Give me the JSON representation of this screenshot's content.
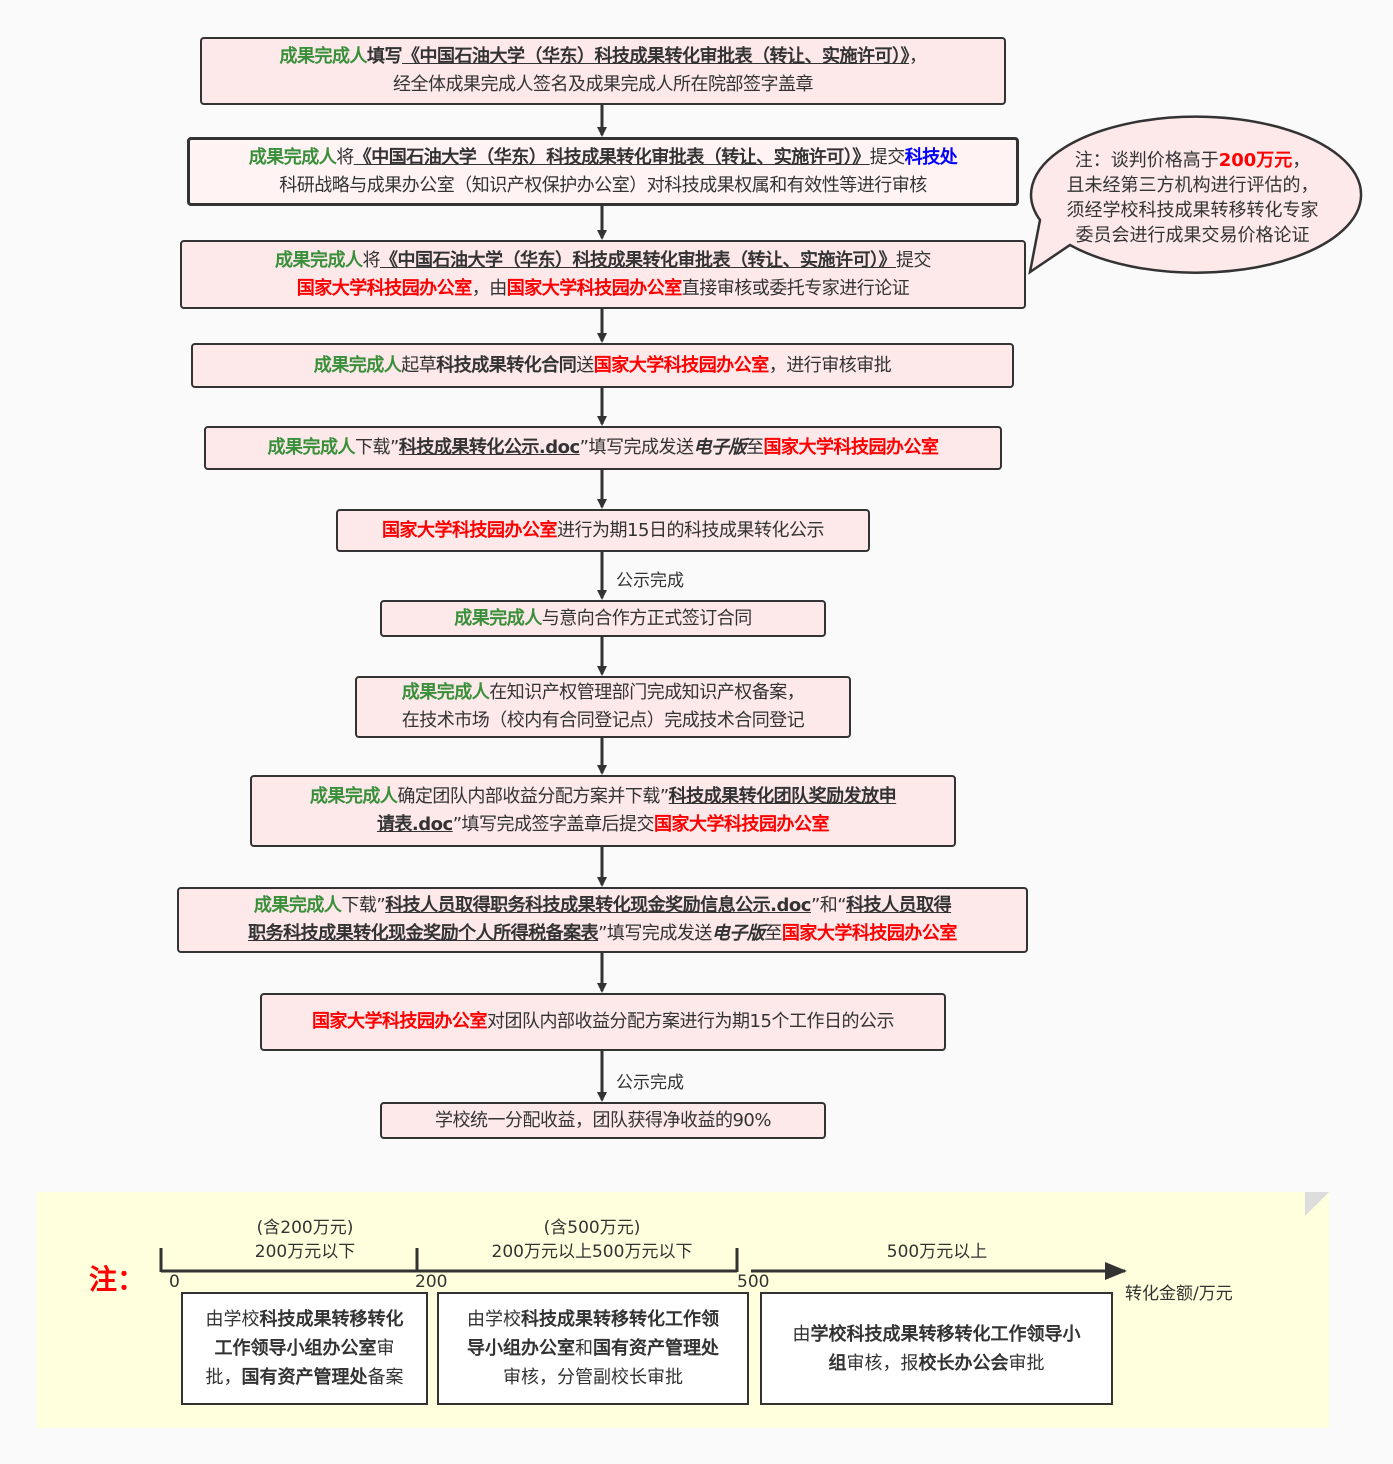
{
  "steps": [
    {
      "lines": [
        [
          {
            "t": "成果完成人",
            "s": "g"
          },
          {
            "t": "填写",
            "s": "bd"
          },
          {
            "t": "《中国石油大学（华东）科技成果转化审批表（转让、实施许可）》",
            "s": "u"
          },
          {
            "t": "，",
            "s": ""
          }
        ],
        [
          {
            "t": "经全体成果完成人签名及成果完成人所在院部签字盖章",
            "s": ""
          }
        ]
      ]
    },
    {
      "lines": [
        [
          {
            "t": "成果完成人",
            "s": "g"
          },
          {
            "t": "将",
            "s": ""
          },
          {
            "t": "《中国石油大学（华东）科技成果转化审批表（转让、实施许可）》",
            "s": "u"
          },
          {
            "t": "提交",
            "s": ""
          },
          {
            "t": "科技处",
            "s": "bl"
          }
        ],
        [
          {
            "t": "科研战略与成果办公室（知识产权保护办公室）对科技成果权属和有效性等进行审核",
            "s": ""
          }
        ]
      ]
    },
    {
      "lines": [
        [
          {
            "t": "成果完成人",
            "s": "g"
          },
          {
            "t": "将",
            "s": ""
          },
          {
            "t": "《中国石油大学（华东）科技成果转化审批表（转让、实施许可）》",
            "s": "u"
          },
          {
            "t": "提交",
            "s": ""
          }
        ],
        [
          {
            "t": "国家大学科技园办公室",
            "s": "r"
          },
          {
            "t": "，由",
            "s": ""
          },
          {
            "t": "国家大学科技园办公室",
            "s": "r"
          },
          {
            "t": "直接审核或委托专家进行论证",
            "s": ""
          }
        ]
      ]
    },
    {
      "lines": [
        [
          {
            "t": "成果完成人",
            "s": "g"
          },
          {
            "t": "起草",
            "s": ""
          },
          {
            "t": "科技成果转化合同",
            "s": "bd"
          },
          {
            "t": "送",
            "s": ""
          },
          {
            "t": "国家大学科技园办公室",
            "s": "r"
          },
          {
            "t": "，进行审核审批",
            "s": ""
          }
        ]
      ]
    },
    {
      "lines": [
        [
          {
            "t": "成果完成人",
            "s": "g"
          },
          {
            "t": "下载”",
            "s": ""
          },
          {
            "t": "科技成果转化公示.doc",
            "s": "u"
          },
          {
            "t": "”填写完成发送",
            "s": ""
          },
          {
            "t": "电子版",
            "s": "i"
          },
          {
            "t": "至",
            "s": ""
          },
          {
            "t": "国家大学科技园办公室",
            "s": "r"
          }
        ]
      ]
    },
    {
      "lines": [
        [
          {
            "t": "国家大学科技园办公室",
            "s": "r"
          },
          {
            "t": "进行为期15日的科技成果转化公示",
            "s": ""
          }
        ]
      ]
    },
    {
      "lines": [
        [
          {
            "t": "成果完成人",
            "s": "g"
          },
          {
            "t": "与意向合作方正式签订合同",
            "s": ""
          }
        ]
      ]
    },
    {
      "lines": [
        [
          {
            "t": "成果完成人",
            "s": "g"
          },
          {
            "t": "在知识产权管理部门完成知识产权备案，",
            "s": ""
          }
        ],
        [
          {
            "t": "在技术市场（校内有合同登记点）完成技术合同登记",
            "s": ""
          }
        ]
      ]
    },
    {
      "lines": [
        [
          {
            "t": "成果完成人",
            "s": "g"
          },
          {
            "t": "确定团队内部收益分配方案并下载”",
            "s": ""
          },
          {
            "t": "科技成果转化团队奖励发放申",
            "s": "u"
          }
        ],
        [
          {
            "t": "请表.doc",
            "s": "u"
          },
          {
            "t": "”填写完成签字盖章后提交",
            "s": ""
          },
          {
            "t": "国家大学科技园办公室",
            "s": "r"
          }
        ]
      ]
    },
    {
      "lines": [
        [
          {
            "t": "成果完成人",
            "s": "g"
          },
          {
            "t": "下载”",
            "s": ""
          },
          {
            "t": "科技人员取得职务科技成果转化现金奖励信息公示.doc",
            "s": "u"
          },
          {
            "t": "”和“",
            "s": ""
          },
          {
            "t": "科技人员取得",
            "s": "u"
          }
        ],
        [
          {
            "t": "职务科技成果转化现金奖励个人所得税备案表",
            "s": "u"
          },
          {
            "t": "”填写完成发送",
            "s": ""
          },
          {
            "t": "电子版",
            "s": "i"
          },
          {
            "t": "至",
            "s": ""
          },
          {
            "t": "国家大学科技园办公室",
            "s": "r"
          }
        ]
      ]
    },
    {
      "lines": [
        [
          {
            "t": "国家大学科技园办公室",
            "s": "r"
          },
          {
            "t": "对团队内部收益分配方案进行为期15个工作日的公示",
            "s": ""
          }
        ]
      ]
    },
    {
      "lines": [
        [
          {
            "t": "学校统一分配收益，团队获得净收益的90%",
            "s": ""
          }
        ]
      ]
    }
  ],
  "edge_labels": [
    "公示完成",
    "公示完成"
  ],
  "callout": {
    "lines": [
      [
        {
          "t": "注：谈判价格高于",
          "s": ""
        },
        {
          "t": "200万元",
          "s": "r"
        },
        {
          "t": "，",
          "s": ""
        }
      ],
      [
        {
          "t": "且未经第三方机构进行评估的，",
          "s": ""
        }
      ],
      [
        {
          "t": "须经学校科技成果转移转化专家",
          "s": ""
        }
      ],
      [
        {
          "t": "委员会进行成果交易价格论证",
          "s": ""
        }
      ]
    ]
  },
  "note": {
    "title": "注：",
    "axis_label": "转化金额/万元",
    "ticks": [
      "0",
      "200",
      "500"
    ],
    "ranges": [
      {
        "top": "(含200万元)",
        "bottom": "200万元以下"
      },
      {
        "top": "(含500万元)",
        "bottom": "200万元以上500万元以下"
      },
      {
        "top": "",
        "bottom": "500万元以上"
      }
    ],
    "boxes": [
      {
        "lines": [
          [
            {
              "t": "由学校",
              "s": ""
            },
            {
              "t": "科技成果转移转化",
              "s": "bd"
            }
          ],
          [
            {
              "t": "工作领导小组办公室",
              "s": "bd"
            },
            {
              "t": "审",
              "s": ""
            }
          ],
          [
            {
              "t": "批，",
              "s": ""
            },
            {
              "t": "国有资产管理处",
              "s": "bd"
            },
            {
              "t": "备案",
              "s": ""
            }
          ]
        ]
      },
      {
        "lines": [
          [
            {
              "t": "由学校",
              "s": ""
            },
            {
              "t": "科技成果转移转化工作领",
              "s": "bd"
            }
          ],
          [
            {
              "t": "导小组办公室",
              "s": "bd"
            },
            {
              "t": "和",
              "s": ""
            },
            {
              "t": "国有资产管理处",
              "s": "bd"
            }
          ],
          [
            {
              "t": "审核，分管副校长审批",
              "s": ""
            }
          ]
        ]
      },
      {
        "lines": [
          [
            {
              "t": "由",
              "s": ""
            },
            {
              "t": "学校科技成果转移转化工作领导小",
              "s": "bd"
            }
          ],
          [
            {
              "t": "组",
              "s": "bd"
            },
            {
              "t": "审核，报",
              "s": ""
            },
            {
              "t": "校长办公会",
              "s": "bd"
            },
            {
              "t": "审批",
              "s": ""
            }
          ]
        ]
      }
    ]
  }
}
